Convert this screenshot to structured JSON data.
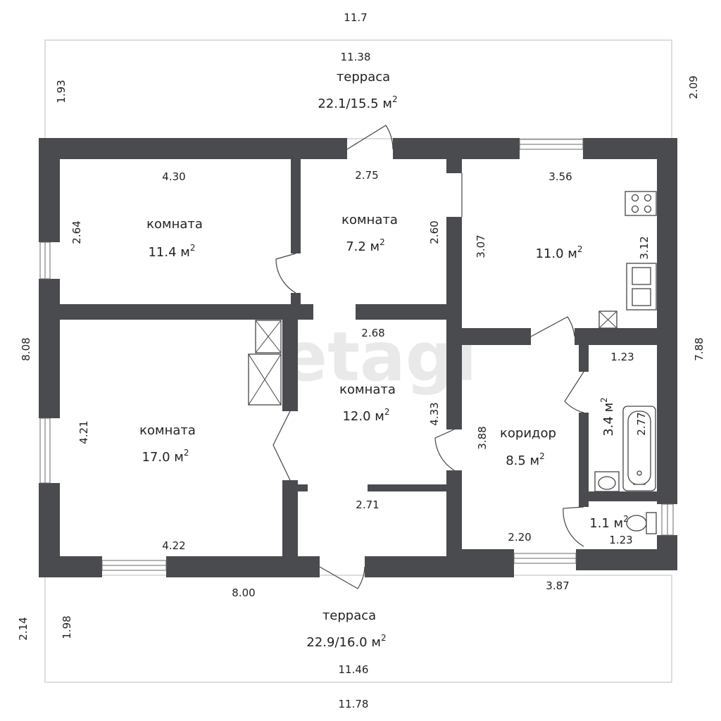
{
  "watermark": "etagi",
  "terrace_top": {
    "name": "терраса",
    "area": "22.1/15.5 м",
    "sup": "2",
    "dim_outer": "11.7",
    "dim_inner": "11.38",
    "dim_left": "1.93",
    "dim_right": "2.09"
  },
  "terrace_bottom": {
    "name": "терраса",
    "area": "22.9/16.0 м",
    "sup": "2",
    "dim_inner": "11.46",
    "dim_outer": "11.78",
    "dim_left_outer": "2.14",
    "dim_left_inner": "1.98"
  },
  "overall": {
    "left": "8.08",
    "right": "7.88",
    "bottom_left": "8.00",
    "bottom_right": "3.87"
  },
  "room_tl": {
    "name": "комната",
    "area": "11.4 м",
    "sup": "2",
    "w": "4.30",
    "h": "2.64"
  },
  "room_tm": {
    "name": "комната",
    "area": "7.2 м",
    "sup": "2",
    "w": "2.75",
    "h": "2.60"
  },
  "kitchen": {
    "area": "11.0 м",
    "sup": "2",
    "w": "3.56",
    "h_left": "3.07",
    "h_right": "3.12"
  },
  "room_bl": {
    "name": "комната",
    "area": "17.0 м",
    "sup": "2",
    "w": "4.22",
    "h": "4.21"
  },
  "room_c": {
    "name": "комната",
    "area": "12.0 м",
    "sup": "2",
    "w_top": "2.68",
    "w_bottom": "2.71",
    "h": "4.33"
  },
  "corridor": {
    "name": "коридор",
    "area": "8.5 м",
    "sup": "2",
    "w": "2.20",
    "h": "3.88"
  },
  "bathroom": {
    "area": "3.4 м",
    "sup": "2",
    "w": "1.23",
    "h": "2.77"
  },
  "wc": {
    "area": "1.1 м",
    "sup": "2",
    "w": "1.23"
  }
}
